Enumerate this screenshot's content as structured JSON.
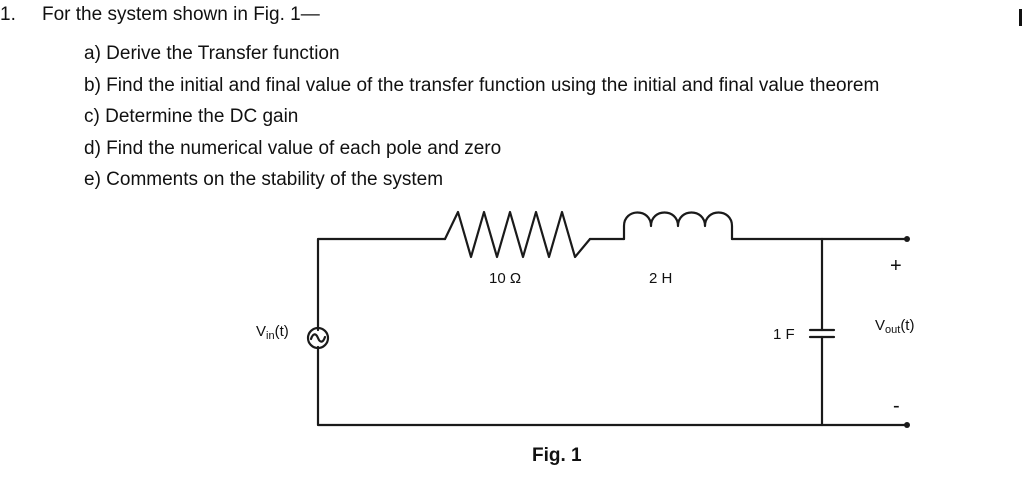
{
  "question": {
    "number": "1.",
    "stem": "For the system shown in Fig. 1—",
    "parts": [
      "a) Derive the Transfer function",
      "b) Find the initial and final value of the transfer function using the initial and final value theorem",
      "c) Determine the DC gain",
      "d) Find the numerical value of each pole and zero",
      "e) Comments on the stability of the system"
    ]
  },
  "circuit": {
    "source_label_main": "V",
    "source_label_sub": "in",
    "source_label_tail": "(t)",
    "resistor_label": "10 Ω",
    "inductor_label": "2 H",
    "capacitor_label": "1 F",
    "output_label_main": "V",
    "output_label_sub": "out",
    "output_label_tail": "(t)",
    "plus_sign": "+",
    "minus_sign": "-"
  },
  "figure_caption": "Fig. 1"
}
